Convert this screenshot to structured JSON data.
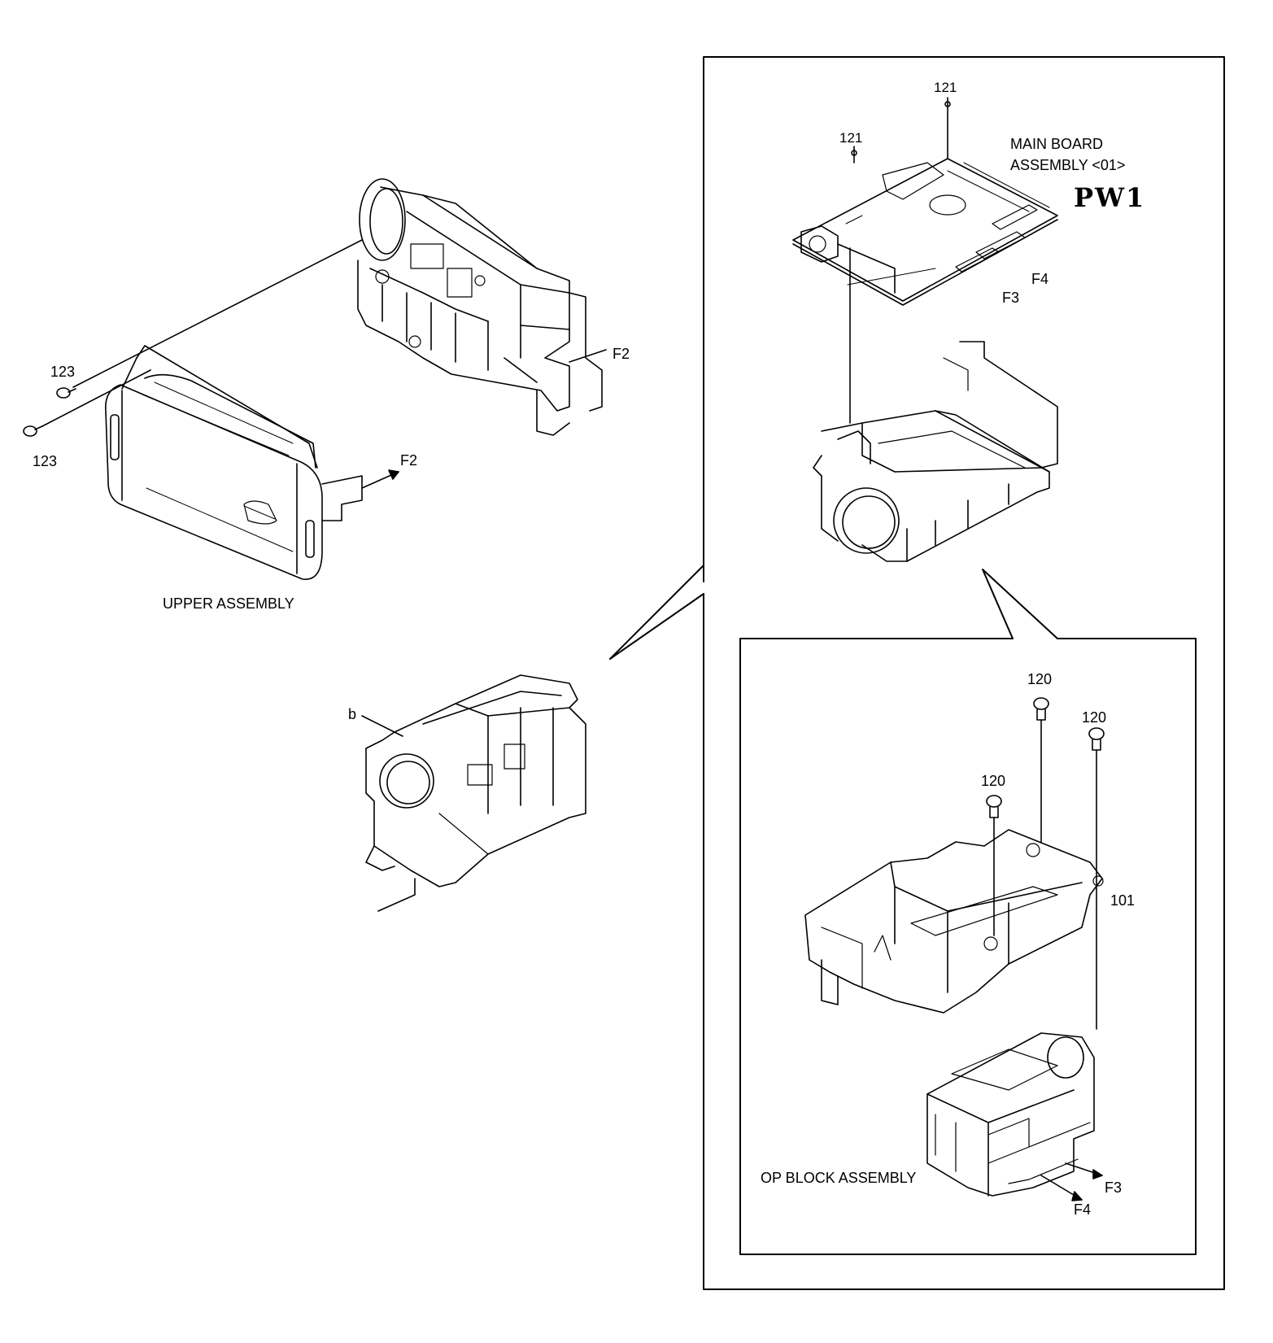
{
  "labels": {
    "upper_assembly": "UPPER ASSEMBLY",
    "main_board_line1": "MAIN BOARD",
    "main_board_line2": "ASSEMBLY <01>",
    "handwritten_note": "PW1",
    "op_block_assembly": "OP BLOCK ASSEMBLY",
    "b_marker": "b"
  },
  "part_numbers": {
    "screw_123_top": "123",
    "screw_123_bottom": "123",
    "screw_121_left": "121",
    "screw_121_right": "121",
    "screw_120_a": "120",
    "screw_120_b": "120",
    "screw_120_c": "120",
    "frame_101": "101"
  },
  "connectors": {
    "f2_upper": "F2",
    "f2_camera": "F2",
    "f3_board": "F3",
    "f4_board": "F4",
    "f3_op": "F3",
    "f4_op": "F4"
  },
  "colors": {
    "line": "#000000",
    "background": "#ffffff"
  }
}
